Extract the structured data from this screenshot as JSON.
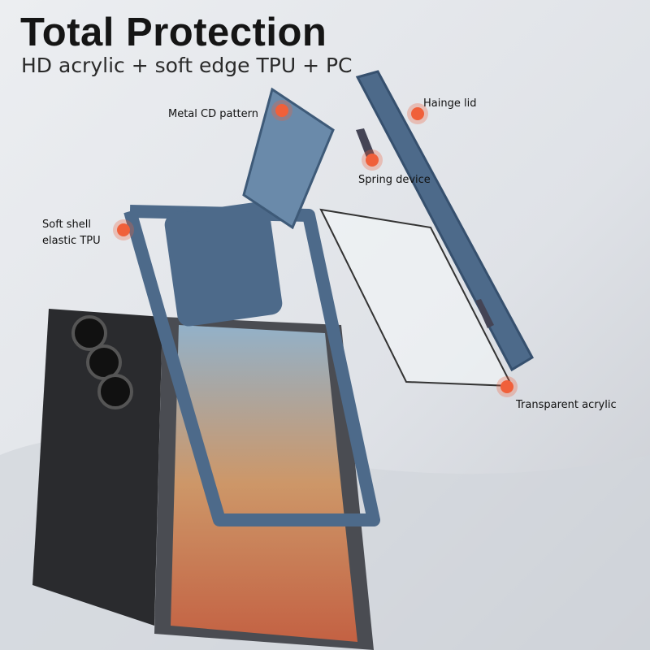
{
  "heading": {
    "title": "Total Protection",
    "subtitle": "HD acrylic + soft edge TPU + PC"
  },
  "callouts": [
    {
      "label": "Metal CD pattern"
    },
    {
      "label": "Hainge lid"
    },
    {
      "label": "Spring device"
    },
    {
      "label_line1": "Soft shell",
      "label_line2": "elastic TPU"
    },
    {
      "label": "Transparent acrylic"
    }
  ],
  "colors": {
    "case_blue": "#4d6a8a",
    "callout_dot": "#f0603a",
    "phone_black": "#2a2b2e",
    "background": "#e4e6ea"
  }
}
